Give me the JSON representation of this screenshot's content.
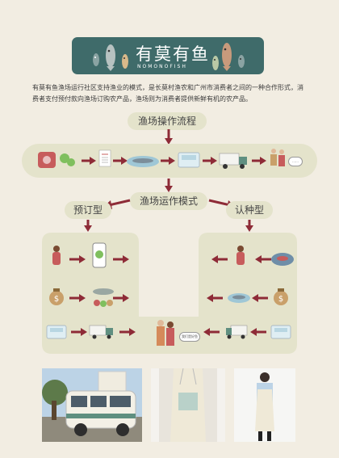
{
  "header": {
    "title": "有莫有鱼",
    "subtitle": "NOMONOFISH"
  },
  "intro": "有莫有鱼渔场运行社区支持渔业的模式，是长莫村渔农和广州市消费者之间的一种合作形式，消费者支付预付款向渔场订购农产品，渔场则为消费者提供新鲜有机的农产品。",
  "process": {
    "title": "渔场操作流程"
  },
  "modes": {
    "title": "渔场运作模式",
    "subscription": "预订型",
    "adoption": "认种型"
  },
  "bubbles": {
    "process_end": "……",
    "center_speech": "我们是好鱼"
  },
  "colors": {
    "banner": "#3f6b6a",
    "panel": "#e4e3cb",
    "arrow": "#8e2b37",
    "background": "#f2ede2"
  }
}
